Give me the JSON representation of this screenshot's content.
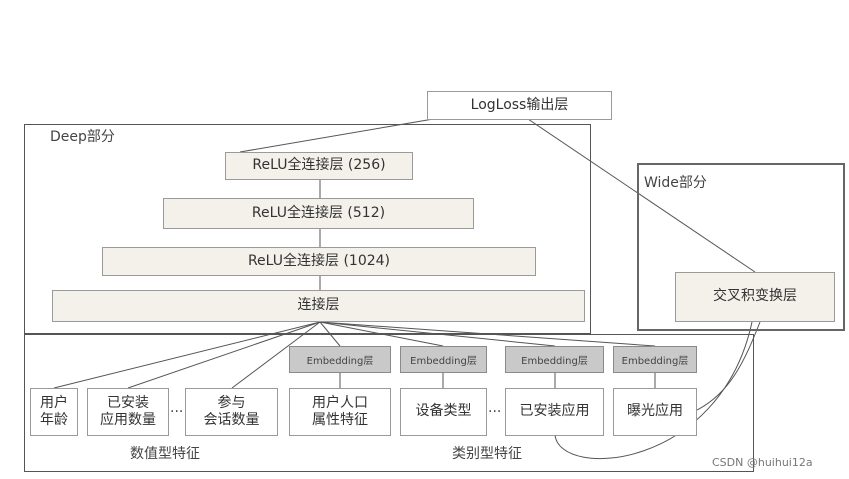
{
  "output": {
    "label": "LogLoss输出层"
  },
  "deep": {
    "title": "Deep部分",
    "relu1": "ReLU全连接层 (256)",
    "relu2": "ReLU全连接层 (512)",
    "relu3": "ReLU全连接层 (1024)",
    "concat": "连接层"
  },
  "wide": {
    "title": "Wide部分",
    "cross": "交叉积变换层"
  },
  "embedding_label": "Embedding层",
  "numeric": {
    "group_label": "数值型特征",
    "f1": [
      "用户",
      "年龄"
    ],
    "f2": [
      "已安装",
      "应用数量"
    ],
    "f3": [
      "参与",
      "会话数量"
    ]
  },
  "categorical": {
    "group_label": "类别型特征",
    "f1": [
      "用户人口",
      "属性特征"
    ],
    "f2": "设备类型",
    "f3": "已安装应用",
    "f4": "曝光应用"
  },
  "ellipsis": "···",
  "watermark": "CSDN @huihui12a"
}
